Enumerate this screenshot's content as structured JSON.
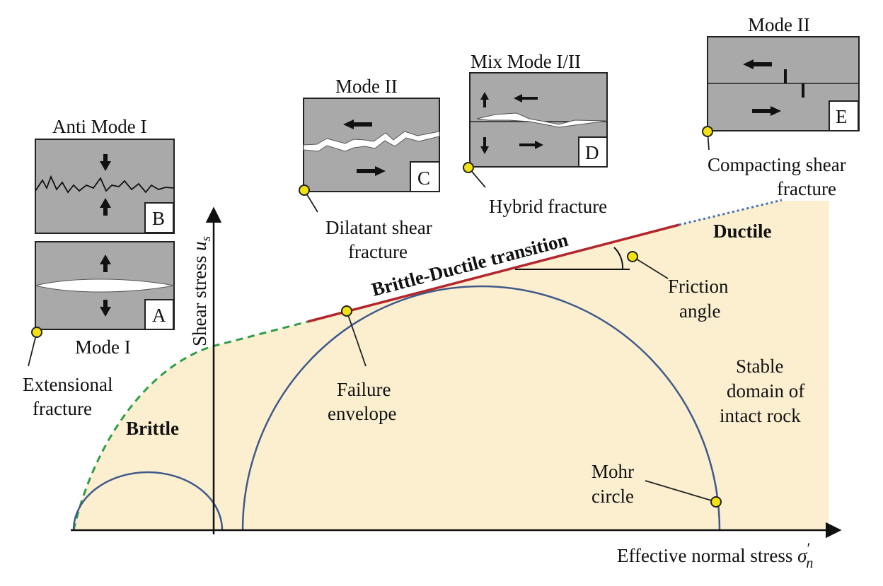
{
  "axes": {
    "y_label_main": "Shear stress ",
    "y_label_var": "u",
    "y_label_sub": "s",
    "x_label_main": "Effective normal stress ",
    "x_label_var": "σ",
    "x_label_prime": "′",
    "x_label_sub": "n"
  },
  "regions": {
    "brittle": "Brittle",
    "ductile": "Ductile",
    "transition": "Brittle-Ductile transition"
  },
  "labels": {
    "extensional_1": "Extensional",
    "extensional_2": "fracture",
    "dilatant_1": "Dilatant shear",
    "dilatant_2": "fracture",
    "hybrid": "Hybrid fracture",
    "compacting_1": "Compacting shear",
    "compacting_2": "fracture",
    "failure_1": "Failure",
    "failure_2": "envelope",
    "friction_1": "Friction",
    "friction_2": "angle",
    "stable_1": "Stable",
    "stable_2": "domain of",
    "stable_3": "intact rock",
    "mohr_1": "Mohr",
    "mohr_2": "circle"
  },
  "panels": {
    "a": {
      "title": "Mode I",
      "letter": "A"
    },
    "b": {
      "title": "Anti Mode I",
      "letter": "B"
    },
    "c": {
      "title": "Mode II",
      "letter": "C"
    },
    "d": {
      "title": "Mix Mode I/II",
      "letter": "D"
    },
    "e": {
      "title": "Mode II",
      "letter": "E"
    }
  },
  "colors": {
    "domain_fill": "#fcefd0",
    "mohr_circle": "#3f5a8a",
    "envelope_red": "#b3262b",
    "envelope_green_dashed": "#2e9e4a",
    "envelope_blue_dotted": "#3f6fb5",
    "marker": "#f2e20f",
    "panel_grey": "#a9a9a9"
  }
}
